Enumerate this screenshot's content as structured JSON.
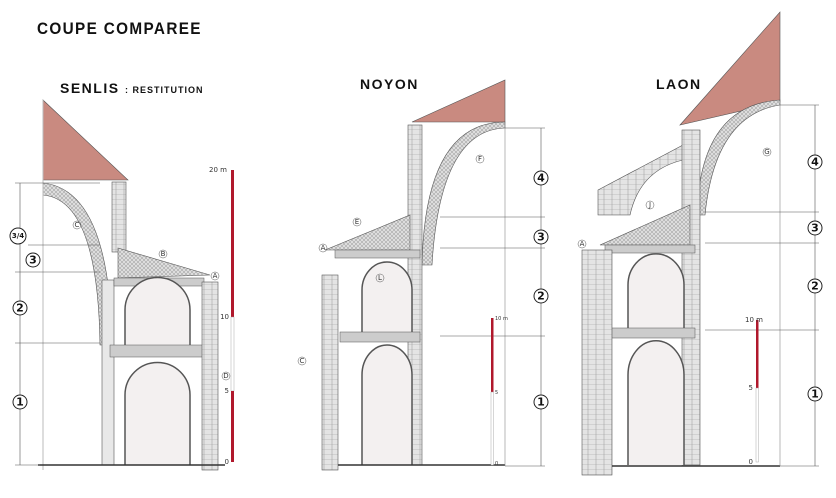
{
  "title": "COUPE COMPAREE",
  "sections": [
    {
      "name": "SENLIS",
      "subtitle": ": RESTITUTION",
      "levels": [
        "3/4",
        "3",
        "2",
        "1"
      ],
      "letters": [
        "C",
        "B",
        "A",
        "D"
      ],
      "scale": {
        "top": "20 m",
        "ticks": [
          "10",
          "5",
          "0"
        ]
      }
    },
    {
      "name": "NOYON",
      "levels": [
        "4",
        "3",
        "2",
        "1"
      ],
      "letters": [
        "F",
        "E",
        "A",
        "L",
        "C"
      ],
      "scale": {
        "top": "10 m",
        "ticks": [
          "5",
          "0"
        ]
      }
    },
    {
      "name": "LAON",
      "levels": [
        "4",
        "3",
        "2",
        "1"
      ],
      "letters": [
        "G",
        "J",
        "A"
      ],
      "scale": {
        "top": "10 m",
        "ticks": [
          "5",
          "0"
        ]
      }
    }
  ],
  "colors": {
    "roof": "#c98a80",
    "scale_red": "#b0182c",
    "masonry": "#d8d8d8"
  }
}
